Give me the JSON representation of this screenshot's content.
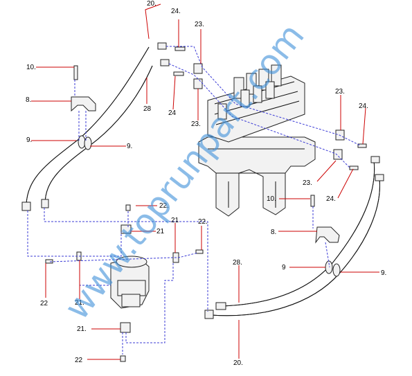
{
  "watermark": "www.toprunpart.com",
  "labels": {
    "l20a": "20.",
    "l24a": "24.",
    "l23a": "23.",
    "l10a": "10.",
    "l8a": "8.",
    "l28a": "28",
    "l24b": "24",
    "l23b": "23.",
    "l9a": "9.",
    "l9b": "9.",
    "l23c": "23.",
    "l24c": "24.",
    "l23d": "23.",
    "l24d": "24.",
    "l10b": "10.",
    "l22a": "22.",
    "l21a": "21",
    "l21b": "21",
    "l22b": "22.",
    "l8b": "8.",
    "l22c": "22",
    "l21c": "21.",
    "l28b": "28.",
    "l9c": "9",
    "l9d": "9.",
    "l21d": "21.",
    "l22d": "22",
    "l20b": "20."
  }
}
